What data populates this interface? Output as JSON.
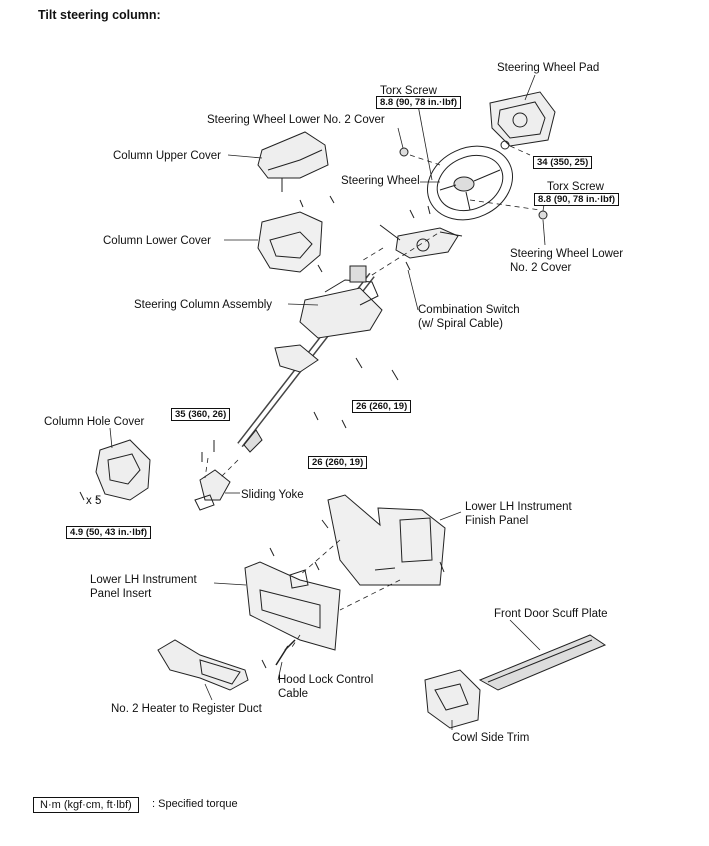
{
  "title": "Tilt steering column:",
  "parts": {
    "steering_wheel_pad": "Steering Wheel Pad",
    "torx_screw_top": "Torx Screw",
    "steering_wheel_lower_no2_cover_top": "Steering Wheel Lower No. 2 Cover",
    "column_upper_cover": "Column Upper Cover",
    "steering_wheel": "Steering Wheel",
    "torx_screw_right": "Torx Screw",
    "column_lower_cover": "Column Lower Cover",
    "steering_wheel_lower_no2_cover_right_l1": "Steering Wheel Lower",
    "steering_wheel_lower_no2_cover_right_l2": "No. 2 Cover",
    "steering_column_assembly": "Steering Column Assembly",
    "combination_switch_l1": "Combination Switch",
    "combination_switch_l2": "(w/ Spiral Cable)",
    "column_hole_cover": "Column Hole Cover",
    "x5": "x 5",
    "sliding_yoke": "Sliding Yoke",
    "lower_lh_finish_panel_l1": "Lower LH Instrument",
    "lower_lh_finish_panel_l2": "Finish Panel",
    "lower_lh_panel_insert_l1": "Lower LH Instrument",
    "lower_lh_panel_insert_l2": "Panel Insert",
    "front_door_scuff_plate": "Front Door Scuff Plate",
    "hood_lock_cable_l1": "Hood Lock Control",
    "hood_lock_cable_l2": "Cable",
    "no2_heater_duct": "No. 2 Heater to Register Duct",
    "cowl_side_trim": "Cowl Side Trim"
  },
  "torques": {
    "torx_top": "8.8 (90, 78 in.·lbf)",
    "pad": "34 (350, 25)",
    "torx_right": "8.8 (90, 78 in.·lbf)",
    "column_upper": "26 (260, 19)",
    "yoke": "35 (360, 26)",
    "column_lower": "26 (260, 19)",
    "hole_cover": "4.9 (50, 43 in.·lbf)"
  },
  "legend": {
    "box": "N·m (kgf·cm, ft·lbf)",
    "text": ": Specified torque"
  }
}
